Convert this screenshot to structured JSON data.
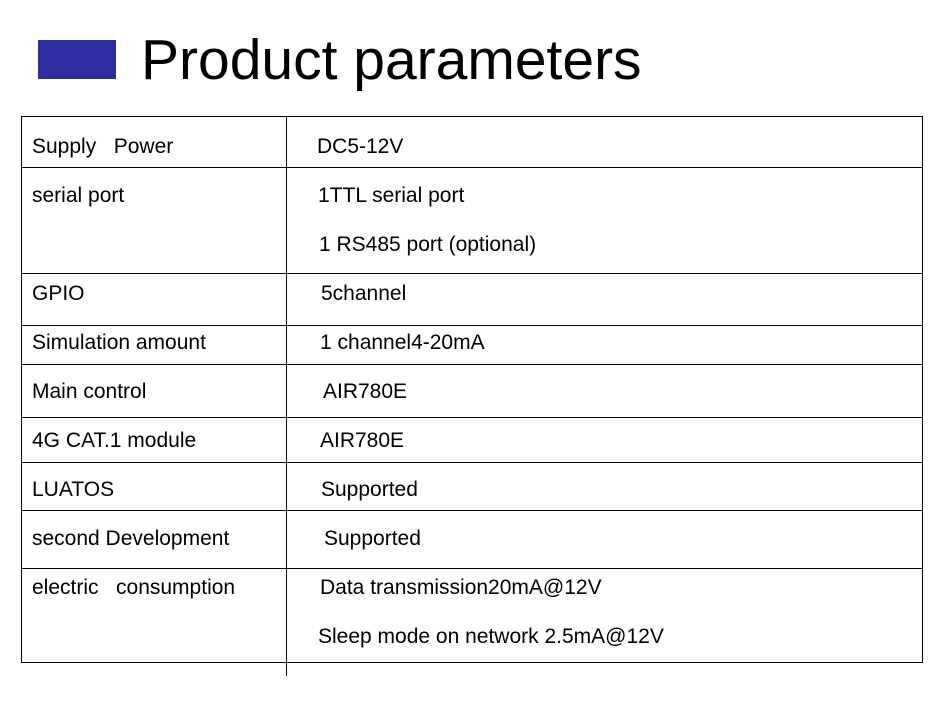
{
  "title": "Product parameters",
  "colors": {
    "title_bar": "#2e2ea0",
    "text": "#000000",
    "border": "#000000"
  },
  "rows": [
    {
      "label": "Supply   Power",
      "values": [
        "DC5-12V"
      ]
    },
    {
      "label": "serial port",
      "values": [
        "1TTL serial port",
        "1 RS485 port (optional)"
      ]
    },
    {
      "label": "GPIO",
      "values": [
        "5channel"
      ]
    },
    {
      "label": "Simulation amount",
      "values": [
        "1 channel4-20mA"
      ]
    },
    {
      "label": "Main control",
      "values": [
        "AIR780E"
      ]
    },
    {
      "label": "4G CAT.1 module",
      "values": [
        "AIR780E"
      ]
    },
    {
      "label": "LUATOS",
      "values": [
        "Supported"
      ]
    },
    {
      "label": "second Development",
      "values": [
        "Supported"
      ]
    },
    {
      "label": "electric   consumption",
      "values": [
        "Data transmission20mA@12V",
        "Sleep mode on network 2.5mA@12V"
      ]
    }
  ]
}
